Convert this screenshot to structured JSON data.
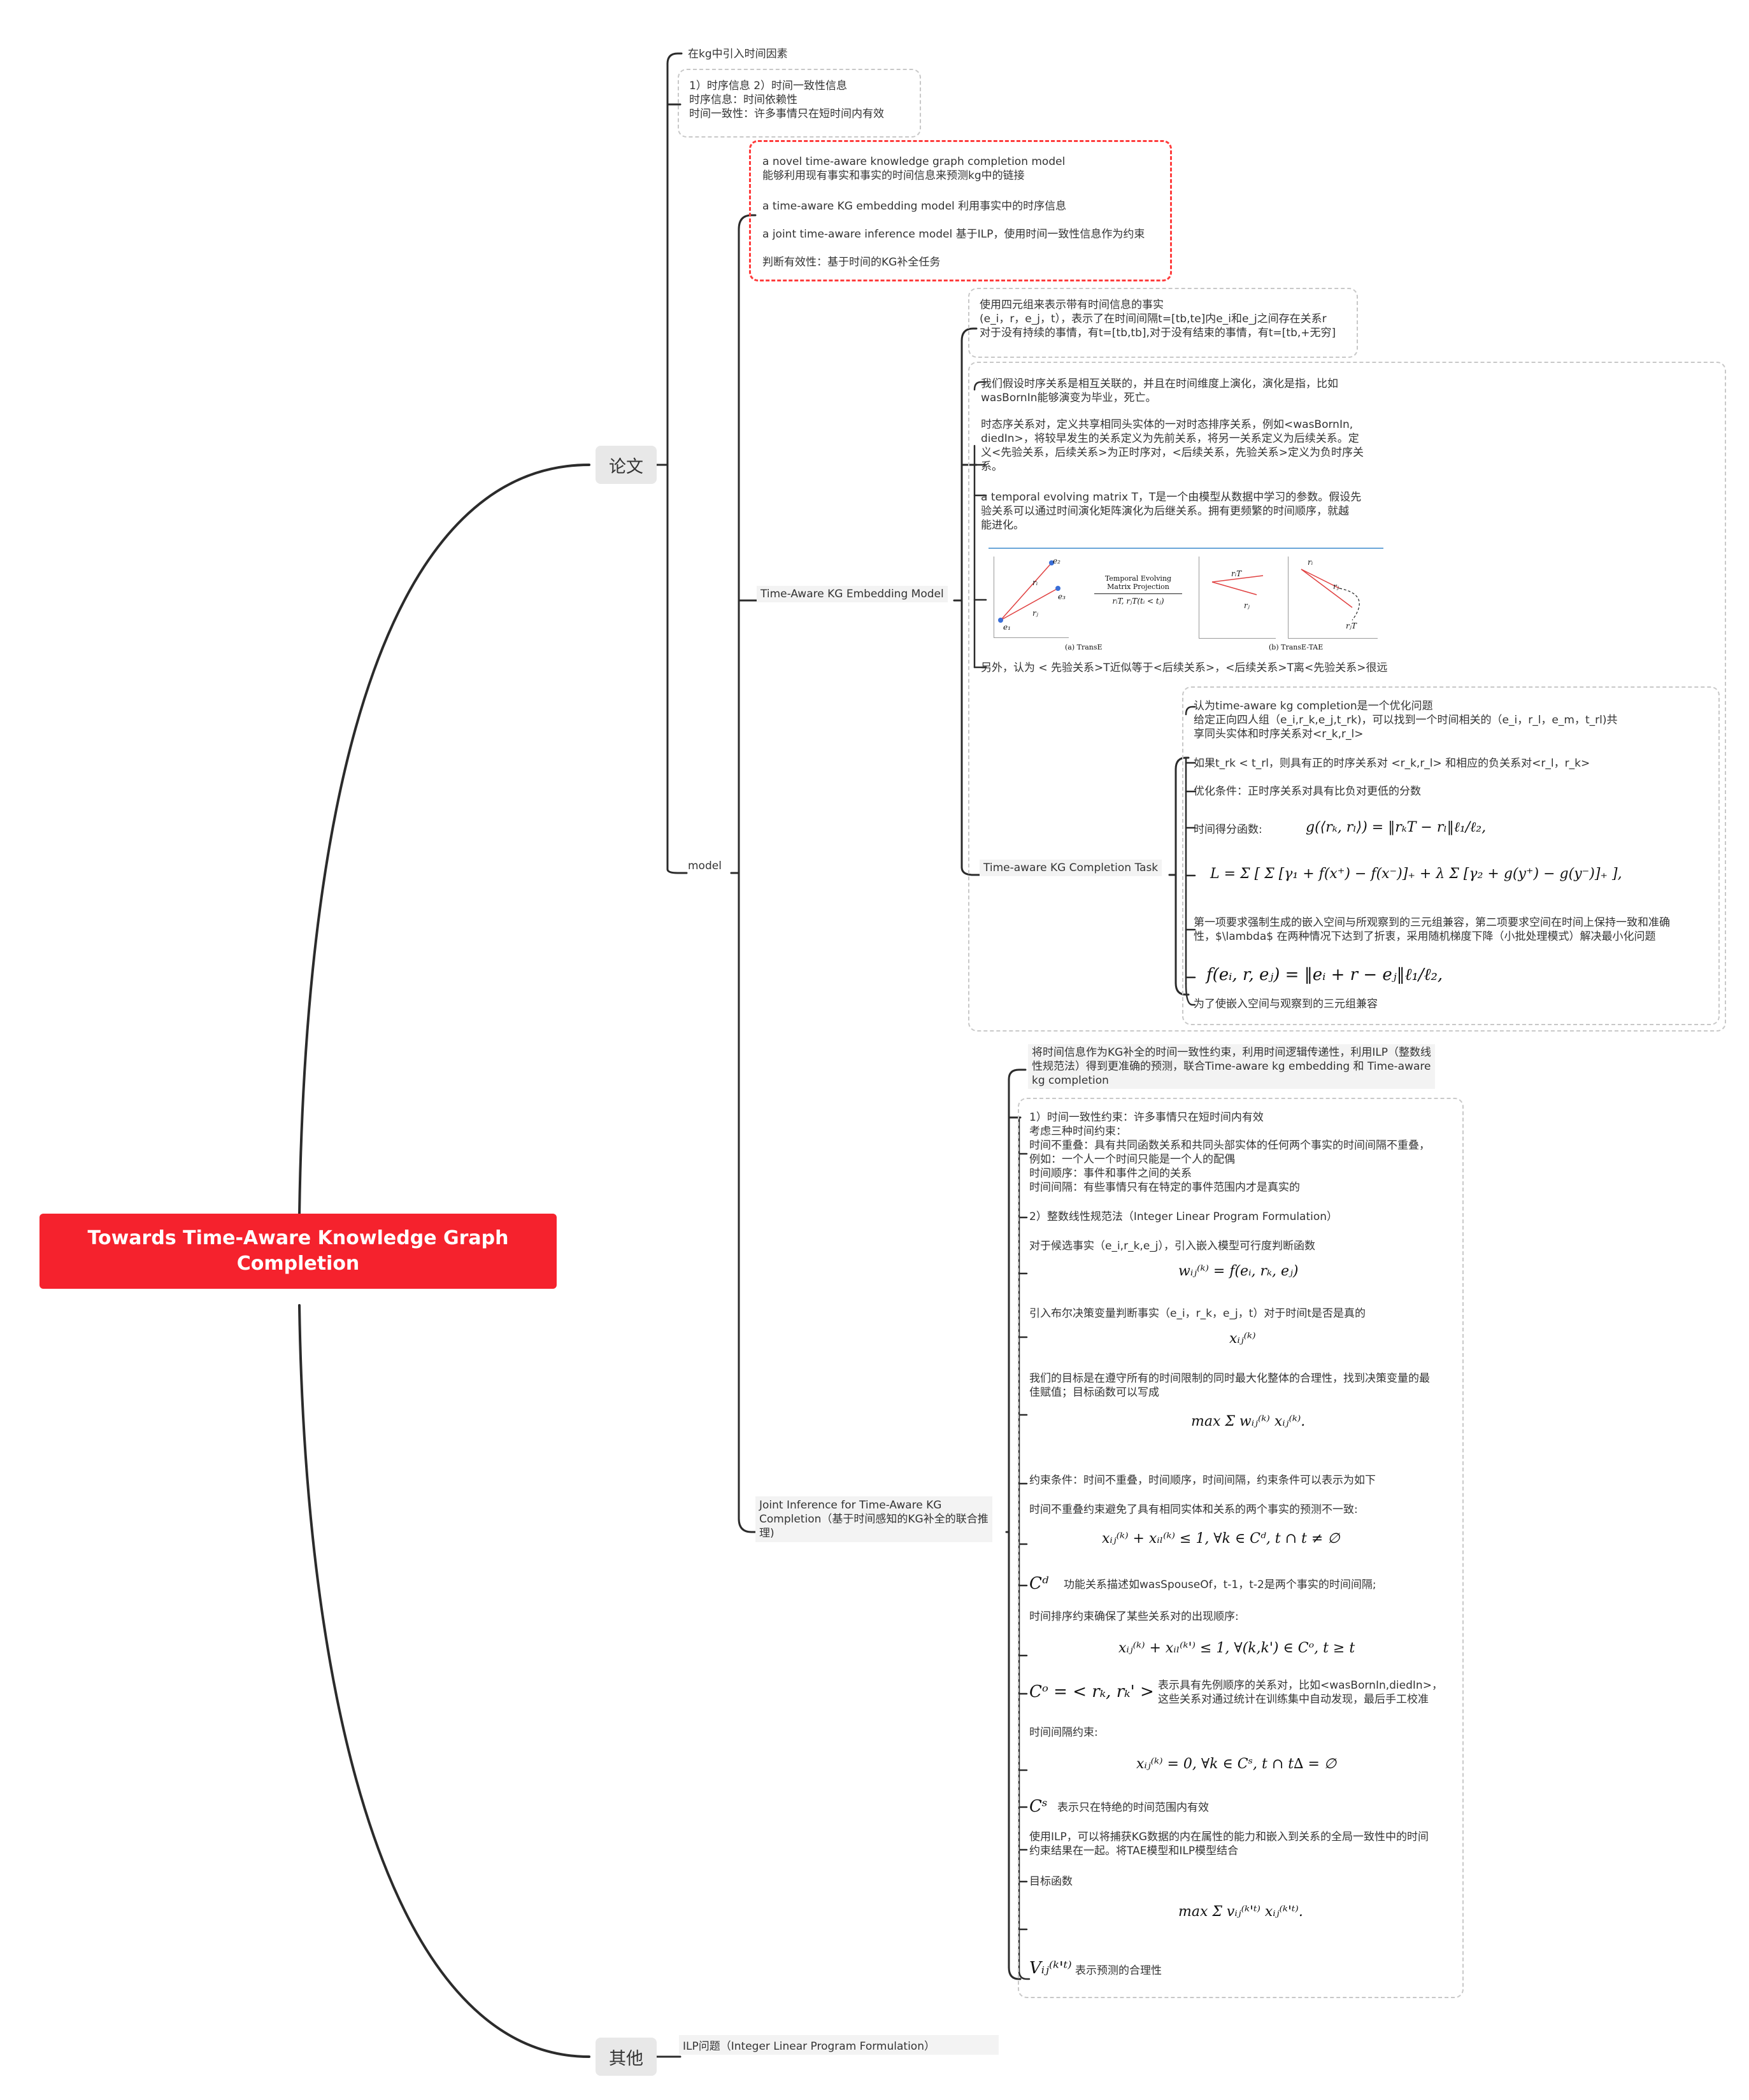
{
  "root": {
    "title": "Towards Time-Aware Knowledge Graph Completion"
  },
  "branches": {
    "paper": "论文",
    "other": "其他"
  },
  "paper": {
    "intro": "在kg中引入时间因素",
    "info_box": "1）时序信息 2）时间一致性信息\n时序信息：时间依赖性\n时间一致性：许多事情只在短时间内有效",
    "model_label": "model",
    "model_summary": [
      "a novel time-aware knowledge graph completion model\n能够利用现有事实和事实的时间信息来预测kg中的链接",
      "a time-aware KG embedding model 利用事实中的时序信息",
      "a joint time-aware inference model 基于ILP，使用时间一致性信息作为约束",
      "判断有效性：基于时间的KG补全任务"
    ],
    "tae": {
      "label": "Time-Aware KG Embedding Model",
      "quad_box": "使用四元组来表示带有时间信息的事实\n(e_i，r，e_j，t），表示了在时间间隔t=[tb,te]内e_i和e_j之间存在关系r\n对于没有持续的事情，有t=[tb,tb],对于没有结束的事情，有t=[tb,+无穷]",
      "texts": [
        "我们假设时序关系是相互关联的，并且在时间维度上演化，演化是指，比如\nwasBornIn能够演变为毕业，死亡。",
        "时态序关系对，定义共享相同头实体的一对时态排序关系，例如<wasBornIn,\ndiedIn>，将较早发生的关系定义为先前关系，将另一关系定义为后续关系。定\n义<先验关系，后续关系>为正时序对，<后续关系，先验关系>定义为负时序关\n系。",
        "a temporal evolving matrix T，T是一个由模型从数据中学习的参数。假设先\n验关系可以通过时间演化矩阵演化为后继关系。拥有更频繁的时间顺序，就越\n能进化。",
        "另外，认为 < 先验关系>T近似等于<后续关系>，<后续关系>T离<先验关系>很远"
      ],
      "figure": {
        "proj_title": "Temporal Evolving\nMatrix Projection",
        "proj_formula": "rᵢT, rⱼT(tᵢ < tⱼ)",
        "caption_a": "(a) TransE",
        "caption_b": "(b) TransE-TAE",
        "labels": [
          "e₂",
          "e₃",
          "e₁",
          "rᵢ",
          "rⱼ",
          "rᵢT",
          "rⱼ",
          "rᵢ",
          "rⱼ",
          "rⱼT"
        ]
      },
      "completion": {
        "label": "Time-aware KG Completion Task",
        "t1": "认为time-aware kg completion是一个优化问题\n给定正向四人组（e_i,r_k,e_j,t_rk)，可以找到一个时间相关的（e_i，r_l，e_m，t_rl)共\n享同头实体和时序关系对<r_k,r_l>",
        "t2": "如果t_rk < t_rl，则具有正的时序关系对 <r_k,r_l> 和相应的负关系对<r_l，r_k>",
        "t3": "优化条件：正时序关系对具有比负对更低的分数",
        "t4": "时间得分函数:",
        "f1": "g(⟨rₖ, rₗ⟩) = ‖rₖT − rₗ‖ℓ₁/ℓ₂,",
        "f2": "L = Σ [ Σ [γ₁ + f(x⁺) − f(x⁻)]₊ + λ Σ [γ₂ + g(y⁺) − g(y⁻)]₊ ],",
        "t5": "第一项要求强制生成的嵌入空间与所观察到的三元组兼容，第二项要求空间在时间上保持一致和准确\n性，$\\lambda$ 在两种情况下达到了折衷，采用随机梯度下降（小批处理模式）解决最小化问题",
        "f3": "f(eᵢ, r, eⱼ) = ‖eᵢ + r − eⱼ‖ℓ₁/ℓ₂,",
        "t6": "为了使嵌入空间与观察到的三元组兼容"
      }
    },
    "joint": {
      "label": "Joint Inference for Time-Aware KG\nCompletion（基于时间感知的KG补全的联合推\n理)",
      "summary": "将时间信息作为KG补全的时间一致性约束，利用时间逻辑传递性，利用ILP（整数线\n性规范法）得到更准确的预测，联合Time-aware kg embedding 和 Time-aware\nkg completion",
      "c1": "1）时间一致性约束：许多事情只在短时间内有效\n考虑三种时间约束：\n时间不重叠：具有共同函数关系和共同头部实体的任何两个事实的时间间隔不重叠，\n例如：一个人一个时间只能是一个人的配偶\n时间顺序：事件和事件之间的关系\n时间间隔：有些事情只有在特定的事件范围内才是真实的",
      "c2": "2）整数线性规范法（Integer Linear Program Formulation）",
      "c3": "对于候选事实（e_i,r_k,e_j），引入嵌入模型可行度判断函数",
      "m1": "wᵢⱼ⁽ᵏ⁾ = f(eᵢ, rₖ, eⱼ)",
      "c4": "引入布尔决策变量判断事实（e_i，r_k，e_j，t）对于时间t是否是真的",
      "m2": "xᵢⱼ⁽ᵏ⁾",
      "c5": "我们的目标是在遵守所有的时间限制的同时最大化整体的合理性，找到决策变量的最\n佳赋值；目标函数可以写成",
      "m3": "max Σ wᵢⱼ⁽ᵏ⁾ xᵢⱼ⁽ᵏ⁾.",
      "c6": "约束条件：时间不重叠，时间顺序，时间间隔，约束条件可以表示为如下",
      "c7": "时间不重叠约束避免了具有相同实体和关系的两个事实的预测不一致:",
      "m4": "xᵢⱼ⁽ᵏ⁾ + xᵢₗ⁽ᵏ⁾ ≤ 1, ∀k ∈ Cᵈ, t ∩ t ≠ ∅",
      "m5": "Cᵈ",
      "c8": "功能关系描述如wasSpouseOf，t-1，t-2是两个事实的时间间隔;",
      "c9": "时间排序约束确保了某些关系对的出现顺序:",
      "m6": "xᵢⱼ⁽ᵏ⁾ + xᵢₗ⁽ᵏ'⁾ ≤ 1, ∀(k,k') ∈ Cᵒ, t ≥ t",
      "m7": "Cᵒ = < rₖ, rₖ' >",
      "c10": "表示具有先例顺序的关系对，比如<wasBornIn,diedIn>，\n这些关系对通过统计在训练集中自动发现，最后手工校准",
      "c11": "时间间隔约束:",
      "m8": "xᵢⱼ⁽ᵏ⁾ = 0, ∀k ∈ Cˢ, t ∩ t∆ = ∅",
      "m9": "Cˢ",
      "c12": "表示只在特绝的时间范围内有效",
      "c13": "使用ILP，可以将捕获KG数据的内在属性的能力和嵌入到关系的全局一致性中的时间\n约束结果在一起。将TAE模型和ILP模型结合",
      "c14": "目标函数",
      "m10": "max Σ vᵢⱼ⁽ᵏ'ᵗ⁾ xᵢⱼ⁽ᵏ'ᵗ⁾.",
      "m11": "Vᵢⱼ⁽ᵏ'ᵗ⁾",
      "c15": "表示预测的合理性"
    }
  },
  "other": {
    "ilp": "ILP问题（Integer Linear Program Formulation）"
  }
}
